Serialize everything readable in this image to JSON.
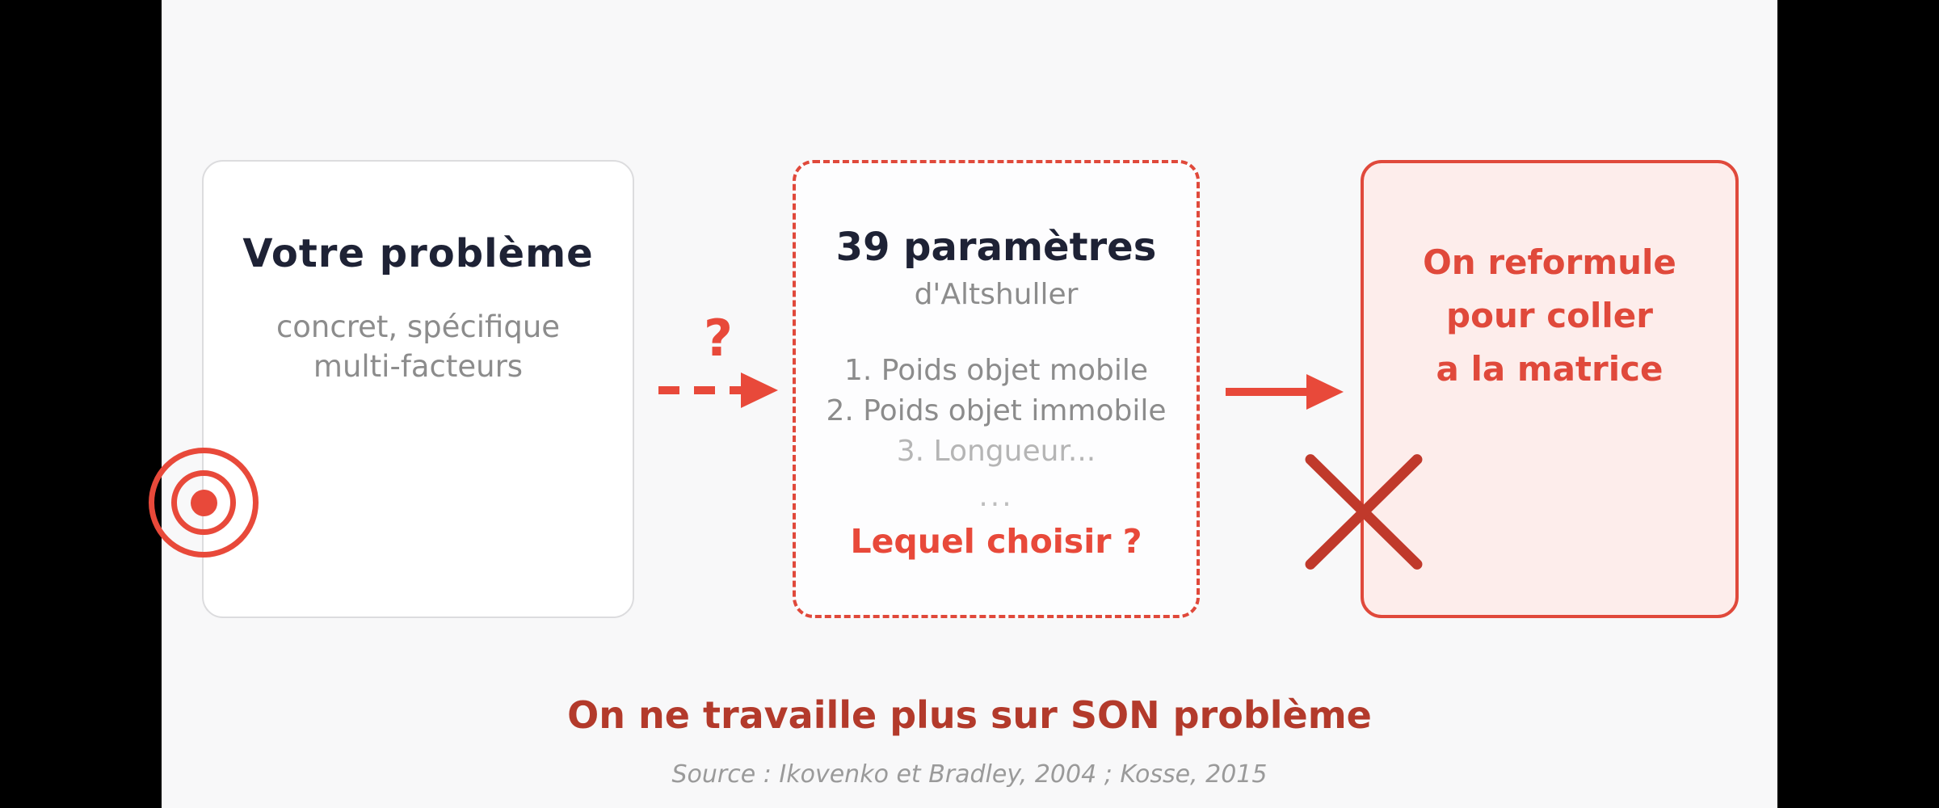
{
  "slide": {
    "boxes": {
      "problem": {
        "title": "Votre problème",
        "subtitle_line1": "concret, spécifique",
        "subtitle_line2": "multi-facteurs"
      },
      "parameters": {
        "title": "39 paramètres",
        "subtitle": "d'Altshuller",
        "items": [
          "1. Poids objet mobile",
          "2. Poids objet immobile",
          "3. Longueur..."
        ],
        "ellipsis": "...",
        "question": "Lequel choisir ?"
      },
      "reformulate": {
        "line1": "On reformule",
        "line2": "pour coller",
        "line3": "a la matrice"
      }
    },
    "connectors": {
      "question_mark": "?"
    },
    "icons": {
      "bullseye": "target-icon",
      "cross": "x-icon",
      "dashed_arrow": "arrow-right-dashed-icon",
      "solid_arrow": "arrow-right-icon"
    },
    "footer": {
      "headline": "On ne travaille plus sur SON problème",
      "source": "Source : Ikovenko et Bradley, 2004 ; Kosse, 2015"
    },
    "colors": {
      "accent_red": "#e8493a",
      "border_red": "#e0493b",
      "x_dark_red": "#c0392b",
      "headline_dark_red": "#b33a2b",
      "title_navy": "#1e2235",
      "muted_gray": "#8c8c8c",
      "faded_gray": "#b5b5b5",
      "page_background": "#f8f8f9",
      "letterbox_black": "#000000",
      "problem_fill": "#ffffff",
      "parameters_fill": "#fdfdfe",
      "reformulate_fill": "#fdedeb"
    }
  }
}
